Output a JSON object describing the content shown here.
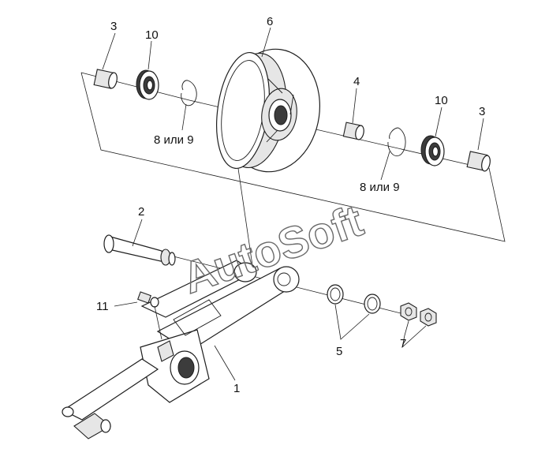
{
  "watermark": "AutoSoft",
  "callouts": {
    "c3_top_left": "3",
    "c10_top_left": "10",
    "c6": "6",
    "c4": "4",
    "c10_right": "10",
    "c3_right": "3",
    "c8or9_left": "8 или 9",
    "c8or9_right": "8 или 9",
    "c2": "2",
    "c11": "11",
    "c1": "1",
    "c5": "5",
    "c7": "7"
  }
}
